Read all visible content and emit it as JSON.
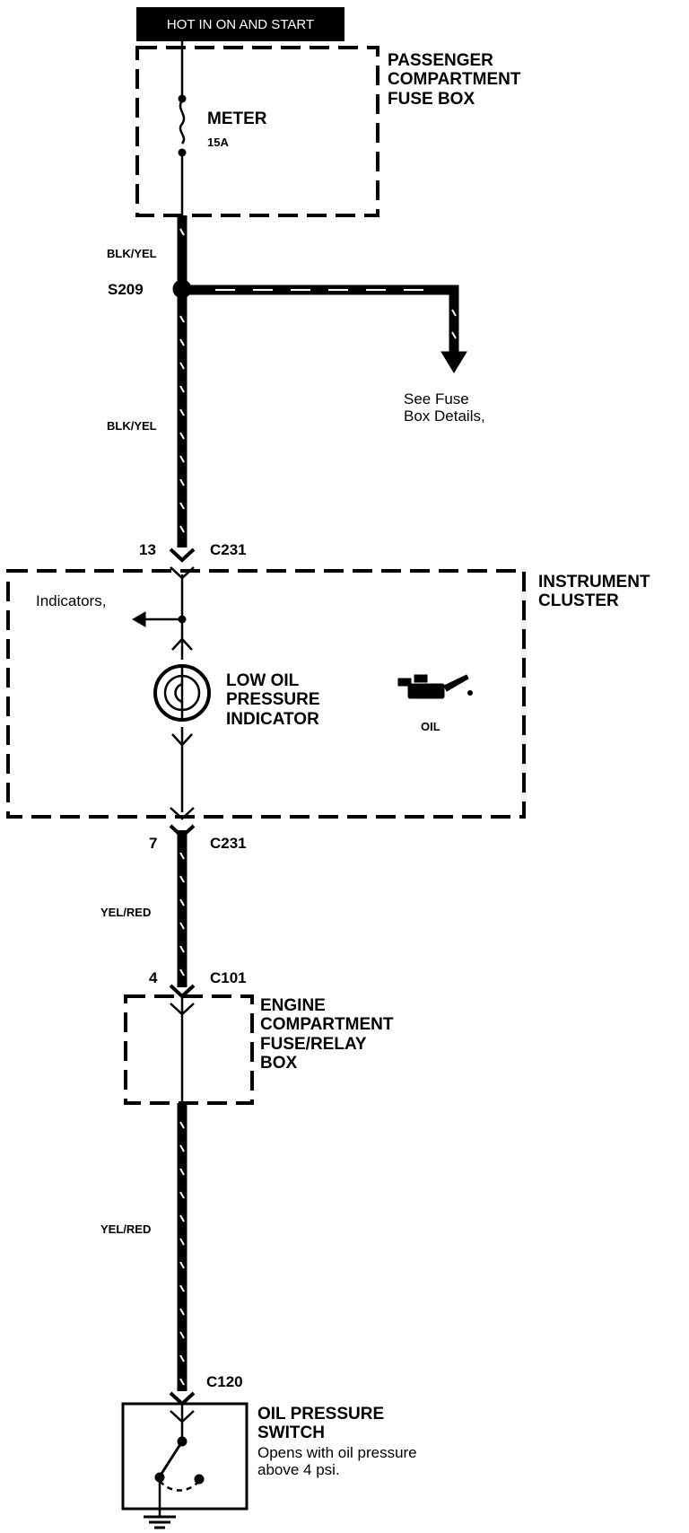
{
  "power_banner": "HOT IN ON AND START",
  "fuse_box_passenger": {
    "lines": [
      "PASSENGER",
      "COMPARTMENT",
      "FUSE BOX"
    ]
  },
  "fuse": {
    "name": "METER",
    "rating": "15A"
  },
  "wires": {
    "blk_yel_1": "BLK/YEL",
    "blk_yel_2": "BLK/YEL",
    "yel_red_1": "YEL/RED",
    "yel_red_2": "YEL/RED"
  },
  "splice": {
    "id": "S209",
    "note_lines": [
      "See Fuse",
      "Box Details,"
    ]
  },
  "connectors": {
    "c231_top": {
      "pin": "13",
      "id": "C231"
    },
    "c231_bottom": {
      "pin": "7",
      "id": "C231"
    },
    "c101": {
      "pin": "4",
      "id": "C101"
    },
    "c120": {
      "id": "C120"
    }
  },
  "instrument_cluster": {
    "lines": [
      "INSTRUMENT",
      "CLUSTER"
    ],
    "indicators_text": "Indicators,",
    "indicator_lines": [
      "LOW OIL",
      "PRESSURE",
      "INDICATOR"
    ],
    "oil_symbol_label": "OIL"
  },
  "engine_box": {
    "lines": [
      "ENGINE",
      "COMPARTMENT",
      "FUSE/RELAY",
      "BOX"
    ]
  },
  "oil_switch": {
    "title_lines": [
      "OIL PRESSURE",
      "SWITCH"
    ],
    "desc_lines": [
      "Opens with oil pressure",
      "above 4 psi."
    ]
  },
  "colors": {
    "ink": "#000000",
    "paper": "#ffffff"
  }
}
